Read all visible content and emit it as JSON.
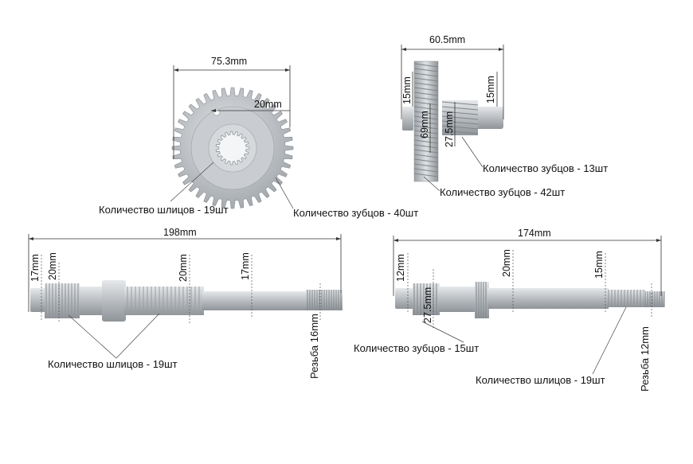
{
  "colors": {
    "background": "#ffffff",
    "metal": "#b8bcc0",
    "text": "#111111"
  },
  "gear40": {
    "width_dim": "75.3mm",
    "bore_dim": "20mm",
    "splines_label": "Количество шлицов - 19шт",
    "teeth_label": "Количество зубцов - 40шт"
  },
  "gear42": {
    "width_dim": "60.5mm",
    "left_height_dim": "15mm",
    "right_height_dim": "15mm",
    "big_dia_dim": "69mm",
    "small_dia_dim": "27.5mm",
    "small_teeth_label": "Количество зубцов - 13шт",
    "big_teeth_label": "Количество зубцов - 42шт"
  },
  "shaft198": {
    "length_dim": "198mm",
    "dim_a": "17mm",
    "dim_b": "20mm",
    "dim_c": "20mm",
    "dim_d": "17mm",
    "thread_label": "Резьба 16mm",
    "splines_label": "Количество шлицов - 19шт"
  },
  "shaft174": {
    "length_dim": "174mm",
    "dim_a": "12mm",
    "dim_b": "27.5mm",
    "dim_c": "20mm",
    "dim_d": "15mm",
    "thread_label": "Резьба 12mm",
    "teeth_label": "Количество зубцов - 15шт",
    "splines_label": "Количество шлицов - 19шт"
  }
}
